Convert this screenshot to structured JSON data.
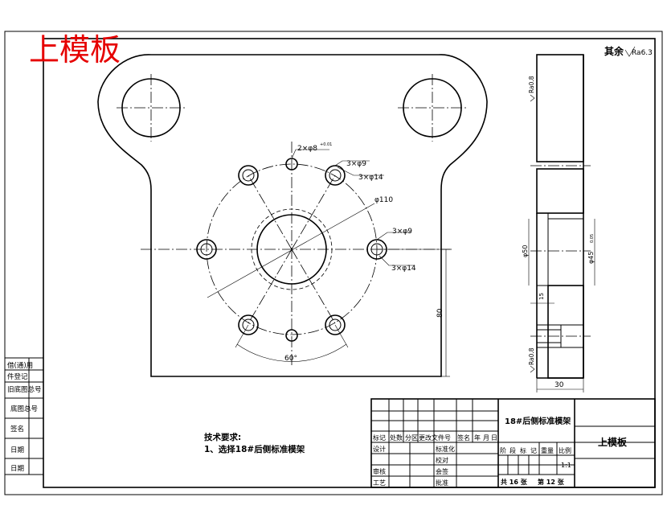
{
  "drawing": {
    "stamp_title": "上模板",
    "surface_note": "其余",
    "surface_note_value": "Ra6.3",
    "roughness_side_top": "Ra0.8",
    "roughness_side_bottom": "Ra0.8"
  },
  "dimensions": {
    "holes_top": "2×φ8",
    "holes_top_tol": "+0.01",
    "holes_small": "3×φ9",
    "holes_cbore": "3×φ14",
    "pcd": "φ110",
    "holes_small_2": "3×φ9",
    "holes_cbore_2": "3×φ14",
    "height": "80",
    "angle": "60°",
    "bore_dia": "φ50",
    "bore_step": "φ45",
    "bore_step_tol": "0.05",
    "step_depth": "15",
    "thickness": "30"
  },
  "side_labels": {
    "l1": "借(通)用",
    "l2": "件登记",
    "l3": "旧底图总号",
    "l4": "底图总号",
    "l5": "签名",
    "l6": "日期",
    "l7": "日期"
  },
  "tech": {
    "title": "技术要求:",
    "item1": "1、选择18#后侧标准模架"
  },
  "title_block": {
    "part_name": "18#后侧标准模架",
    "drawing_name": "上模板",
    "h_mark": "标记",
    "h_count": "处数",
    "h_zone": "分区",
    "h_docno": "更改文件号",
    "h_sign": "签名",
    "h_year": "年",
    "h_month": "月",
    "h_day": "日",
    "r_design": "设计",
    "r_std": "标准化",
    "r_check": "校对",
    "r_review": "审核",
    "r_cm": "会签",
    "r_process": "工艺",
    "r_approve": "批准",
    "stage_a": "阶",
    "stage_b": "段",
    "stage_c": "标",
    "stage_d": "记",
    "weight": "重量",
    "scale_h": "比例",
    "scale": "1:1",
    "sheets_total": "共 16 张",
    "sheet_no": "第 12 张"
  }
}
